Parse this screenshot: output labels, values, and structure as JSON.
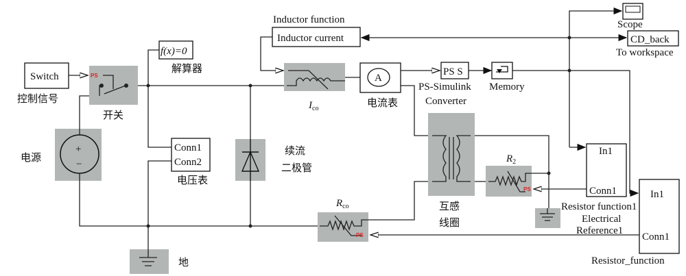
{
  "blocks": {
    "switch_signal": {
      "text": "Switch",
      "label": "控制信号"
    },
    "switch": {
      "label": "开关"
    },
    "source": {
      "label": "电源"
    },
    "solver": {
      "text": "f(x)=0",
      "label": "解算器"
    },
    "voltmeter": {
      "port1": "Conn1",
      "port2": "Conn2",
      "label": "电压表"
    },
    "diode": {
      "label1": "续流",
      "label2": "二极管"
    },
    "inductor_function": {
      "label": "Inductor function",
      "text": "Inductor current"
    },
    "inductor": {
      "label": "I",
      "sub": "co"
    },
    "ammeter": {
      "text": "A",
      "label": "电流表"
    },
    "ps_converter": {
      "text": "PS S",
      "label1": "PS-Simulink",
      "label2": "Converter"
    },
    "memory": {
      "label": "Memory"
    },
    "scope": {
      "label": "Scope"
    },
    "to_workspace": {
      "text": "CD_back",
      "label": "To workspace"
    },
    "transformer": {
      "label1": "互感",
      "label2": "线圈"
    },
    "r2": {
      "label": "R",
      "sub": "2"
    },
    "electrical_reference": {
      "label1": "Electrical",
      "label2": "Reference1"
    },
    "resistor_function1": {
      "in": "In1",
      "conn": "Conn1",
      "label": "Resistor function1"
    },
    "resistor_function": {
      "in": "In1",
      "conn": "Conn1",
      "label": "Resistor_function"
    },
    "rco": {
      "label": "R",
      "sub": "co"
    },
    "ground": {
      "label": "地"
    },
    "ps_tag": "PS"
  },
  "colors": {
    "block_gray": "#b2b6b5",
    "port_red": "#dd2222"
  }
}
